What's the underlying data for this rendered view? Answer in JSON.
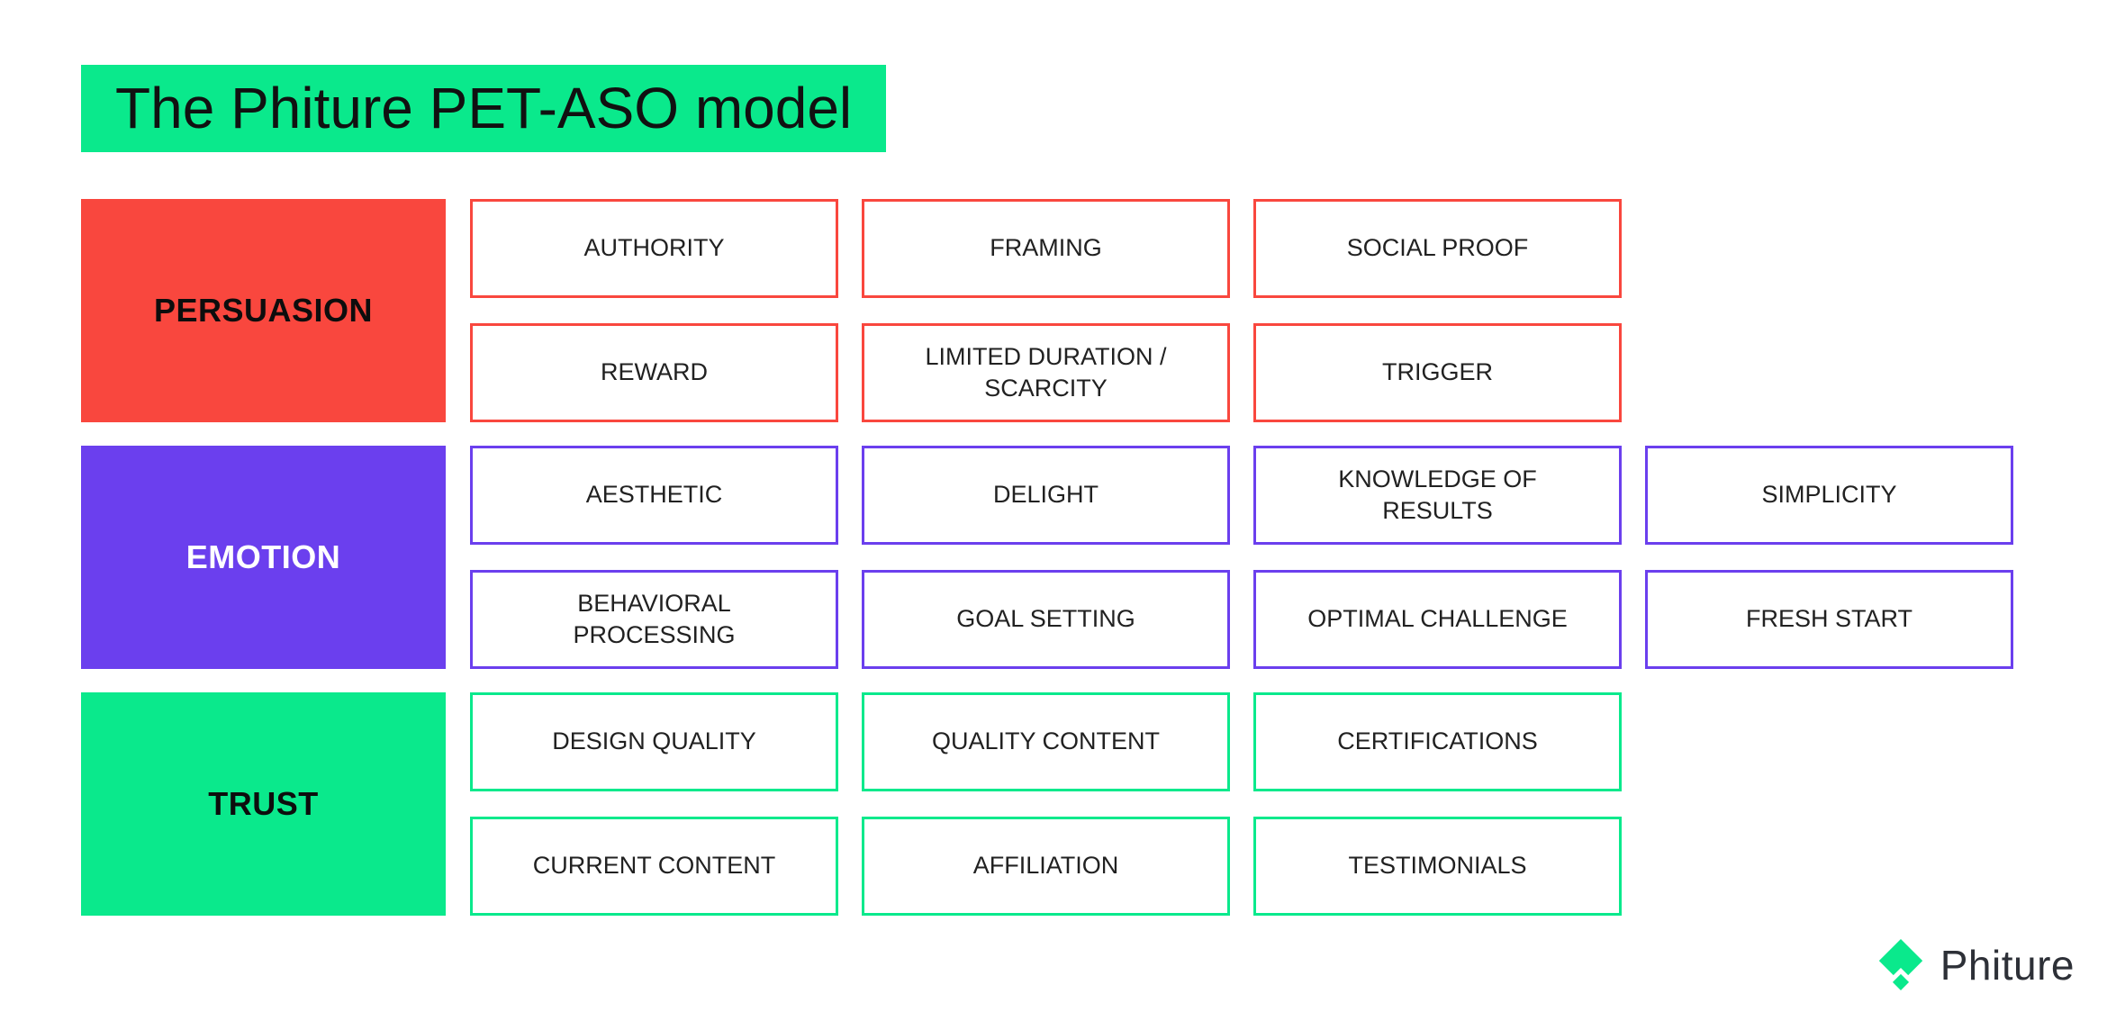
{
  "title": "The Phiture PET-ASO model",
  "colors": {
    "green": "#0AE98C",
    "red": "#F9473E",
    "purple": "#6B3FEE",
    "box_text": "#212121",
    "title_text": "#111111",
    "logo_text": "#2D3037"
  },
  "bands": [
    {
      "id": "persuasion",
      "label": "PERSUASION",
      "color": "#F9473E",
      "label_text_color": "#0D0D0D",
      "rows": [
        [
          "AUTHORITY",
          "FRAMING",
          "SOCIAL PROOF"
        ],
        [
          "REWARD",
          "LIMITED DURATION / SCARCITY",
          "TRIGGER"
        ]
      ]
    },
    {
      "id": "emotion",
      "label": "EMOTION",
      "color": "#6B3FEE",
      "label_text_color": "#FFFFFF",
      "rows": [
        [
          "AESTHETIC",
          "DELIGHT",
          "KNOWLEDGE OF RESULTS",
          "SIMPLICITY"
        ],
        [
          "BEHAVIORAL PROCESSING",
          "GOAL SETTING",
          "OPTIMAL CHALLENGE",
          "FRESH START"
        ]
      ]
    },
    {
      "id": "trust",
      "label": "TRUST",
      "color": "#0AE98C",
      "label_text_color": "#0D0D0D",
      "rows": [
        [
          "DESIGN QUALITY",
          "QUALITY CONTENT",
          "CERTIFICATIONS"
        ],
        [
          "CURRENT CONTENT",
          "AFFILIATION",
          "TESTIMONIALS"
        ]
      ]
    }
  ],
  "logo": {
    "text": "Phiture"
  }
}
